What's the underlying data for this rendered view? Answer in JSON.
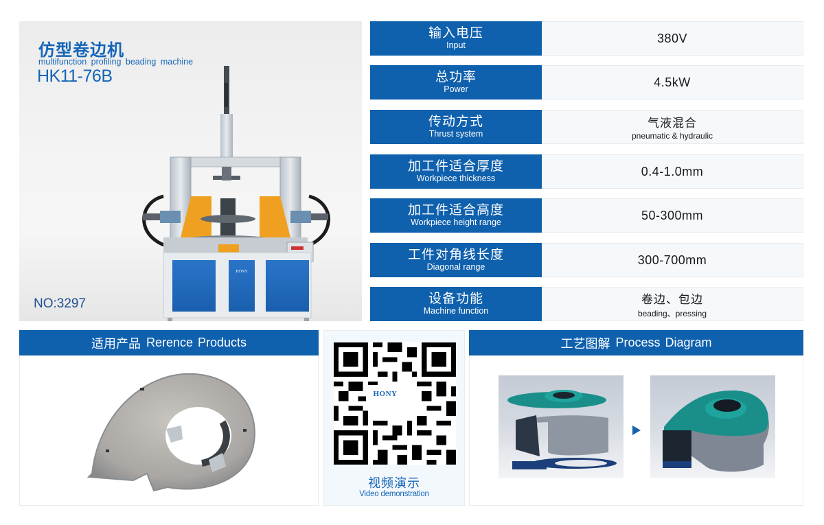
{
  "hero": {
    "title_cn": "仿型卷边机",
    "title_en": "multifunction profiling beading machine",
    "model": "HK11-76B",
    "number": "NO:3297",
    "brand_plate": "HONY"
  },
  "specs": [
    {
      "label_cn": "输入电压",
      "label_en": "Input",
      "value": "380V",
      "value_sub": ""
    },
    {
      "label_cn": "总功率",
      "label_en": "Power",
      "value": "4.5kW",
      "value_sub": ""
    },
    {
      "label_cn": "传动方式",
      "label_en": "Thrust system",
      "value": "气液混合",
      "value_sub": "pneumatic & hydraulic"
    },
    {
      "label_cn": "加工件适合厚度",
      "label_en": "Workpiece thickness",
      "value": "0.4-1.0mm",
      "value_sub": ""
    },
    {
      "label_cn": "加工件适合高度",
      "label_en": "Workpiece height range",
      "value": "50-300mm",
      "value_sub": ""
    },
    {
      "label_cn": "工件对角线长度",
      "label_en": "Diagonal range",
      "value": "300-700mm",
      "value_sub": ""
    },
    {
      "label_cn": "设备功能",
      "label_en": "Machine function",
      "value": "卷边、包边",
      "value_sub": "beading、pressing"
    }
  ],
  "products": {
    "header_cn": "适用产品",
    "header_en": "Rerence Products"
  },
  "qr": {
    "logo": "HONY",
    "caption_cn": "视频演示",
    "caption_en": "Video demonstration"
  },
  "process": {
    "header_cn": "工艺图解",
    "header_en": "Process  Diagram",
    "arrow_icon": "play-triangle"
  },
  "colors": {
    "brand_blue": "#0f60ad",
    "title_blue": "#1565b8",
    "value_bg": "#f5f9fc",
    "teal_part": "#1a8f8a"
  }
}
